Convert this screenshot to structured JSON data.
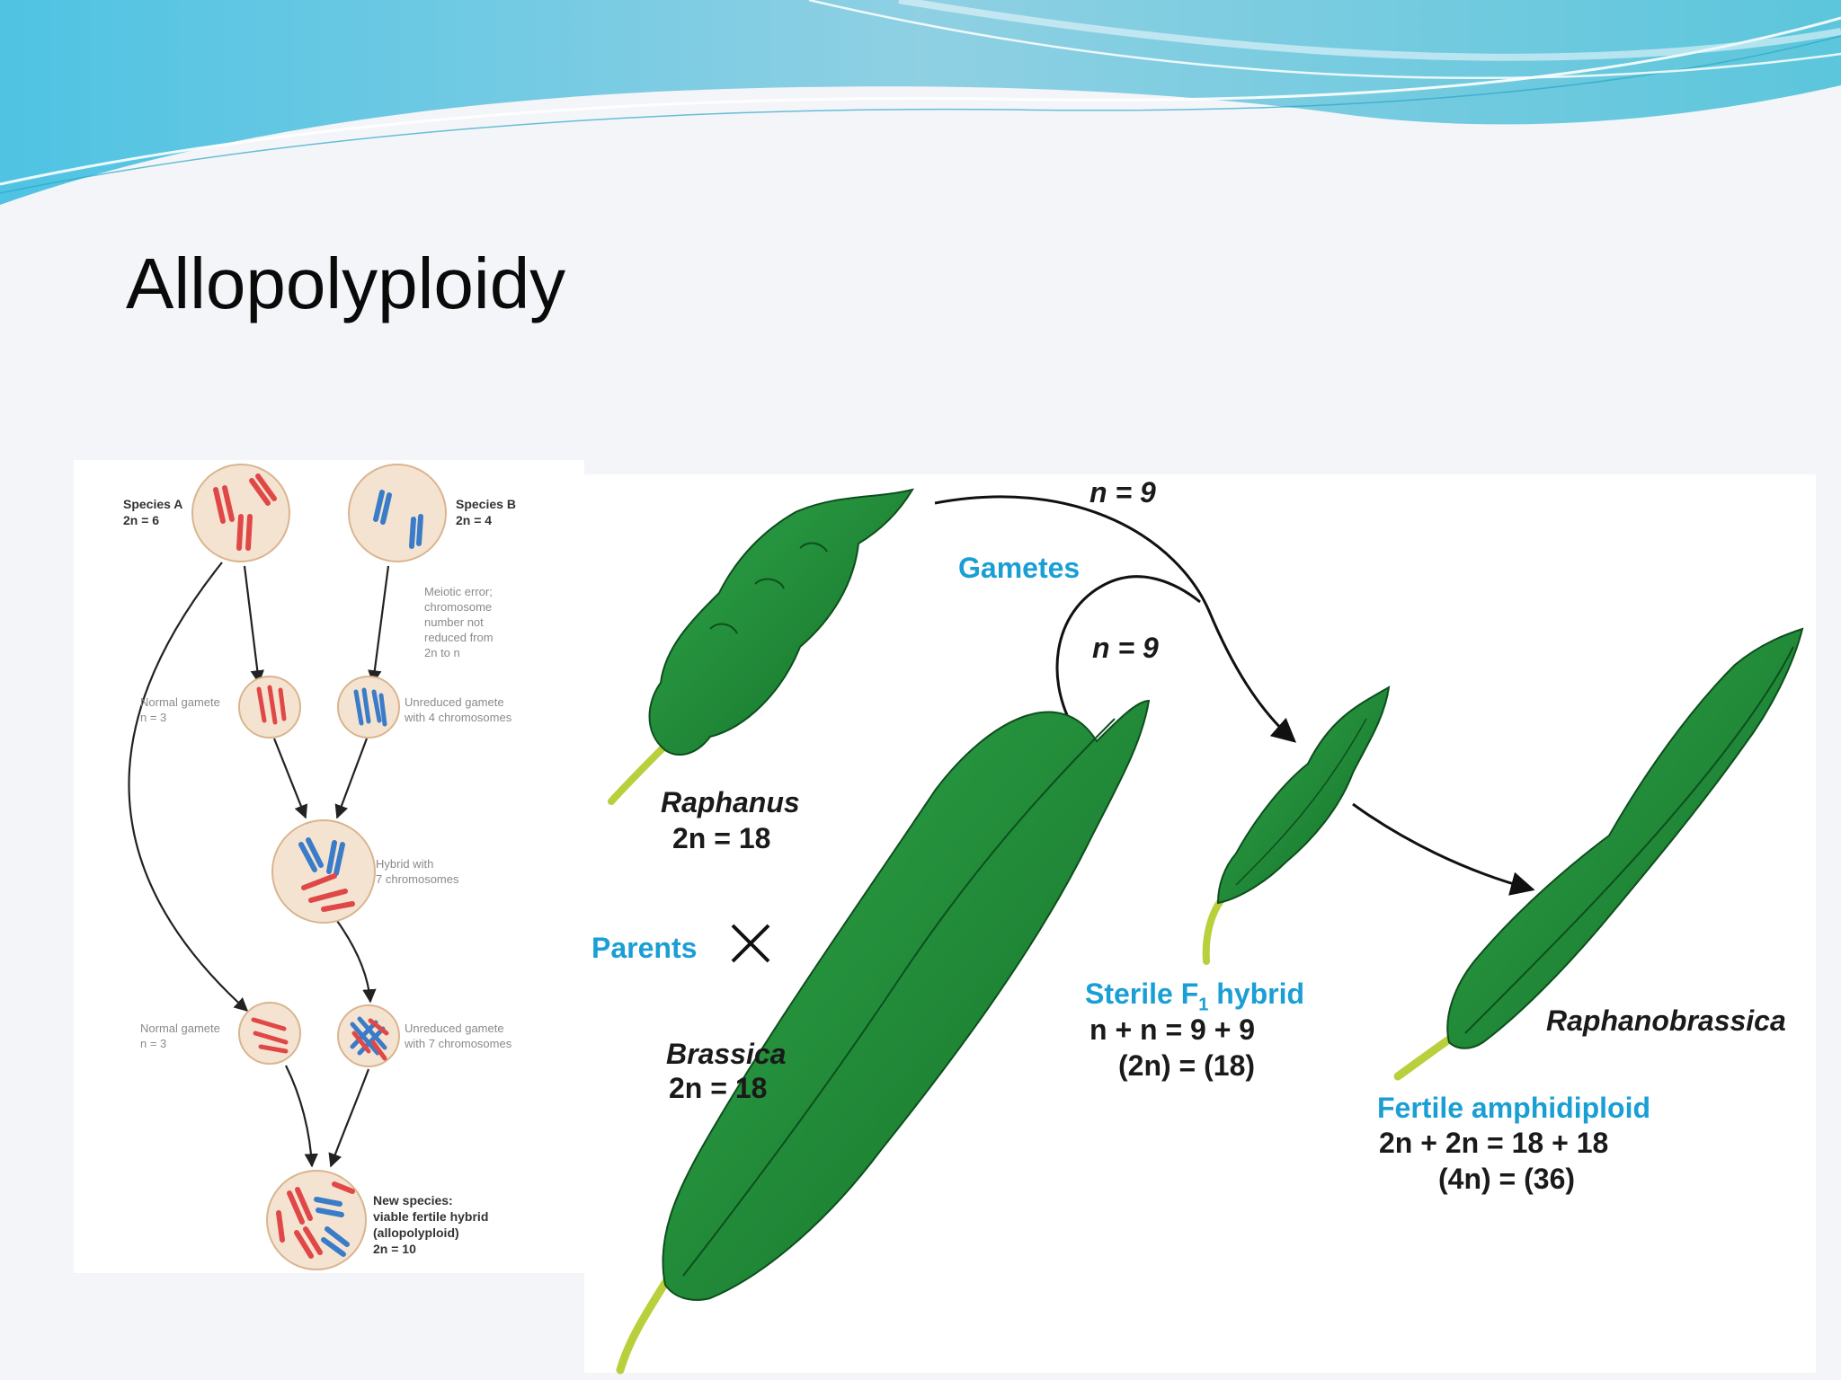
{
  "slide": {
    "title": "Allopolyploidy"
  },
  "left_diagram": {
    "species_a": "Species A\n2n = 6",
    "species_b": "Species B\n2n = 4",
    "meiotic_error": "Meiotic error;\nchromosome\nnumber not\nreduced from\n2n to n",
    "normal_gamete_1": "Normal gamete\nn = 3",
    "unreduced_gamete_1": "Unreduced gamete\nwith 4 chromosomes",
    "hybrid": "Hybrid with\n7 chromosomes",
    "normal_gamete_2": "Normal gamete\nn = 3",
    "unreduced_gamete_2": "Unreduced gamete\nwith 7 chromosomes",
    "new_species": "New species:\nviable fertile hybrid\n(allopolyploid)\n2n = 10"
  },
  "right_diagram": {
    "gametes": "Gametes",
    "n9_top": "n = 9",
    "n9_mid": "n = 9",
    "raphanus_name": "Raphanus",
    "raphanus_count": "2n = 18",
    "parents": "Parents",
    "cross_symbol": "×",
    "brassica_name": "Brassica",
    "brassica_count": "2n = 18",
    "sterile_label": "Sterile F",
    "sterile_sub": "1",
    "sterile_label_end": " hybrid",
    "sterile_eq1": "n + n = 9 + 9",
    "sterile_eq2": "(2n) = (18)",
    "raphanobrassica": "Raphanobrassica",
    "fertile_label": "Fertile amphidiploid",
    "fertile_eq1": "2n + 2n = 18 + 18",
    "fertile_eq2": "(4n) = (36)"
  },
  "colors": {
    "accent_cyan": "#1a9fd4",
    "chromosome_red": "#e04848",
    "chromosome_blue": "#3a7cc8",
    "pod_green": "#1f8a35",
    "cell_fill": "#f5e3d2"
  }
}
